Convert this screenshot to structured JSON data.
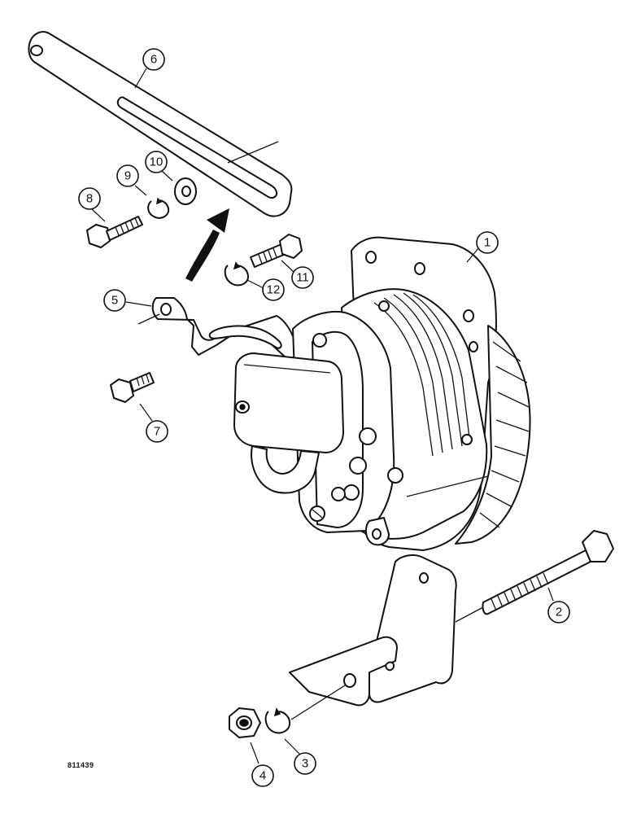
{
  "figure": {
    "reference_code": "811439"
  },
  "callouts": [
    {
      "id": "1",
      "label": "1",
      "part": "alternator"
    },
    {
      "id": "2",
      "label": "2",
      "part": "pivot-bolt"
    },
    {
      "id": "3",
      "label": "3",
      "part": "lock-washer"
    },
    {
      "id": "4",
      "label": "4",
      "part": "nut"
    },
    {
      "id": "5",
      "label": "5",
      "part": "adjusting-strap"
    },
    {
      "id": "6",
      "label": "6",
      "part": "adjusting-link"
    },
    {
      "id": "7",
      "label": "7",
      "part": "bolt"
    },
    {
      "id": "8",
      "label": "8",
      "part": "bolt"
    },
    {
      "id": "9",
      "label": "9",
      "part": "lock-washer"
    },
    {
      "id": "10",
      "label": "10",
      "part": "washer"
    },
    {
      "id": "11",
      "label": "11",
      "part": "bolt"
    },
    {
      "id": "12",
      "label": "12",
      "part": "lock-washer"
    }
  ]
}
